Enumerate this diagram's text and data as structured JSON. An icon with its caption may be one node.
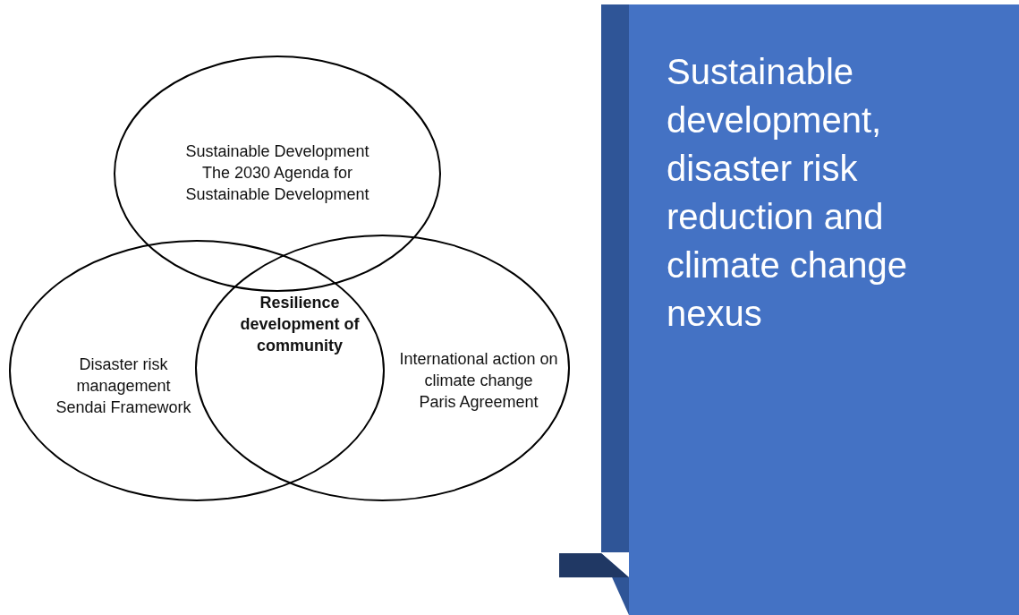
{
  "diagram": {
    "nodes": [
      {
        "text": [
          "Sustainable Development",
          "The 2030 Agenda for Sustainable Development"
        ]
      },
      {
        "text": [
          "Disaster risk management",
          "Sendai Framework"
        ]
      },
      {
        "text": [
          "International action on climate change",
          "Paris Agreement"
        ]
      },
      {
        "text": [
          "Sustainable development, disaster risk reduction and climate change nexus"
        ]
      }
    ],
    "edges": [],
    "labels": [
      "Resilience development of community"
    ]
  }
}
